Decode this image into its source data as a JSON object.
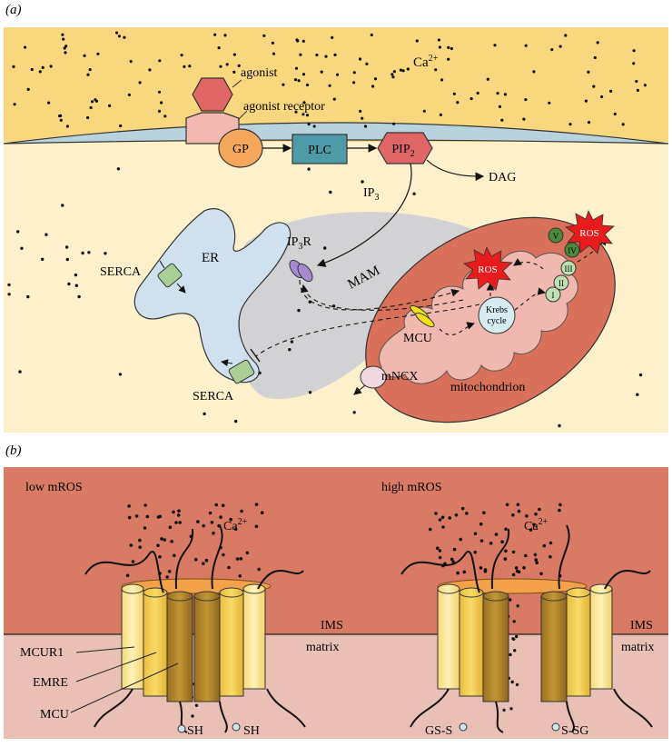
{
  "panel_a": {
    "label": "(a)",
    "labels": {
      "ca": "Ca",
      "ca_sup": "2+",
      "agonist": "agonist",
      "agonist_receptor": "agonist receptor",
      "gp": "GP",
      "plc": "PLC",
      "pip": "PIP",
      "pip_sub": "2",
      "dag": "DAG",
      "ip3": "IP",
      "ip3_sub": "3",
      "er": "ER",
      "ip3r": "IP",
      "ip3r_sub": "3",
      "ip3r_suffix": "R",
      "serca_top": "SERCA",
      "serca_bottom": "SERCA",
      "mam": "MAM",
      "mcu": "MCU",
      "krebs_1": "Krebs",
      "krebs_2": "cycle",
      "ros_inner": "ROS",
      "ros_outer": "ROS",
      "mncx": "mNCX",
      "mitochondrion": "mitochondrion",
      "complex_1": "I",
      "complex_2": "II",
      "complex_3": "III",
      "complex_4": "IV",
      "complex_5": "V"
    }
  },
  "panel_b": {
    "label": "(b)",
    "low_title": "low mROS",
    "high_title": "high mROS",
    "ca": "Ca",
    "ca_sup": "2+",
    "ims": "IMS",
    "matrix": "matrix",
    "ims_right": "IMS",
    "matrix_right": "matrix",
    "mcur1": "MCUR1",
    "emre": "EMRE",
    "mcu": "MCU",
    "sh_left": "SH",
    "sh_right": "SH",
    "gss_left": "GS-S",
    "ssg_right": "S-SG"
  },
  "colors": {
    "extracellular": "#f9d77e",
    "cytosol": "#fdf0cb",
    "membrane": "#b8d3de",
    "er": "#cfe0ef",
    "mam": "#d2d2d4",
    "mito_outer": "#d9705a",
    "mito_inner": "#f0b8ae",
    "ims_b": "#d87a64",
    "matrix_b": "#eabfb6",
    "serca": "#a9cf94",
    "agonist": "#e06666",
    "gp": "#f5a85c",
    "plc": "#4f9aa8",
    "pip2": "#e06666",
    "ros": "#e81c1c",
    "complex_dark": "#4b8a3a",
    "complex_light": "#bfe0b0",
    "mcu_channel": "#f3e01a",
    "ip3r": "#a68ad0"
  }
}
